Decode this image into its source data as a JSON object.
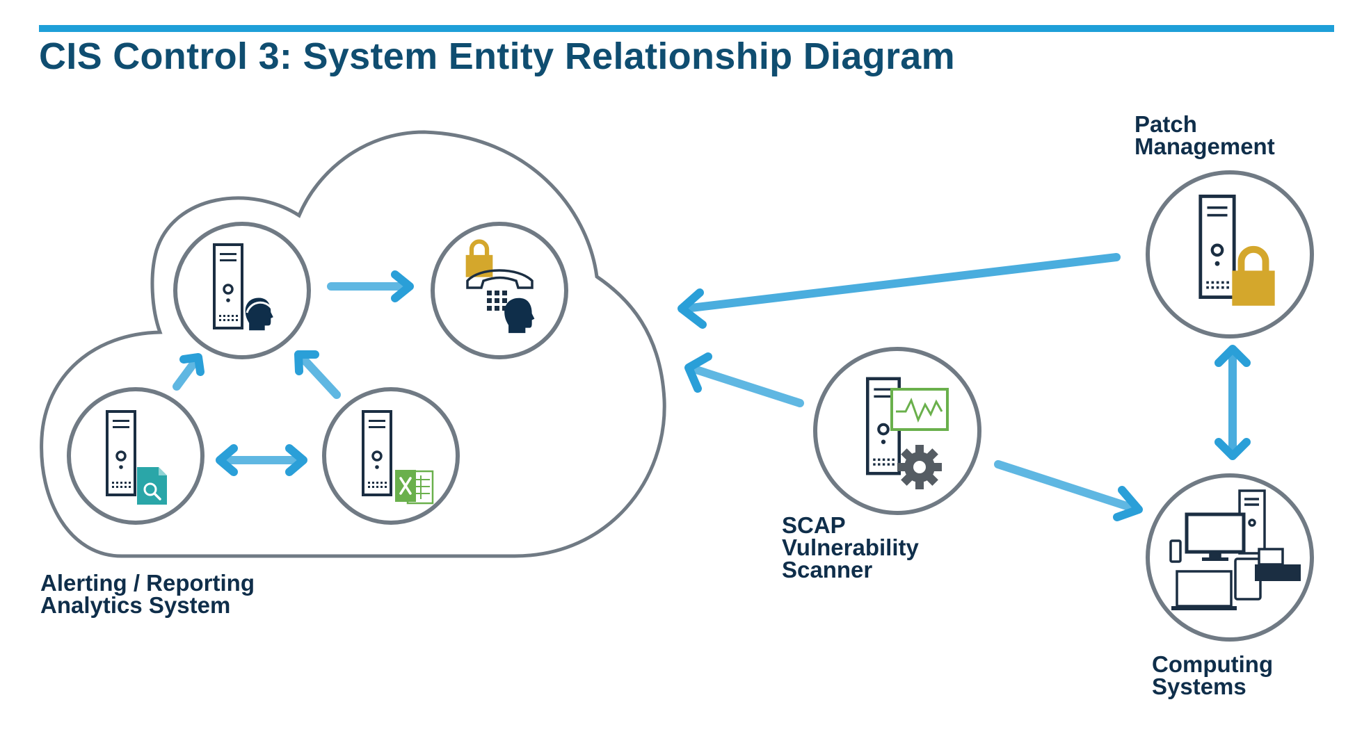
{
  "title": "CIS Control 3: System Entity Relationship Diagram",
  "labels": {
    "analytics": [
      "Alerting / Reporting",
      "Analytics System"
    ],
    "scanner": [
      "SCAP",
      "Vulnerability",
      "Scanner"
    ],
    "patch": [
      "Patch",
      "Management"
    ],
    "computing": [
      "Computing",
      "Systems"
    ]
  },
  "colors": {
    "title": "#0f4d70",
    "rule": "#1e9fd8",
    "arrow": "#2a9fd8",
    "ring": "#707a84",
    "server": "#1b2e42",
    "lock": "#d4a72c",
    "doc_search": "#2aa6a8",
    "excel": "#6ab04c",
    "monitor": "#6ab04c",
    "gear": "#555c63"
  },
  "nodes": [
    {
      "name": "helpdesk-server",
      "icon": "headset-person-icon"
    },
    {
      "name": "locked-phone-keypad",
      "icon": "lock-phone-keypad-icon"
    },
    {
      "name": "document-search-server",
      "icon": "document-search-icon"
    },
    {
      "name": "spreadsheet-server",
      "icon": "excel-icon"
    },
    {
      "name": "scap-scanner-server",
      "icon": "monitor-gear-icon"
    },
    {
      "name": "patch-server",
      "icon": "lock-icon"
    },
    {
      "name": "computing-devices",
      "icon": "devices-icon"
    }
  ]
}
